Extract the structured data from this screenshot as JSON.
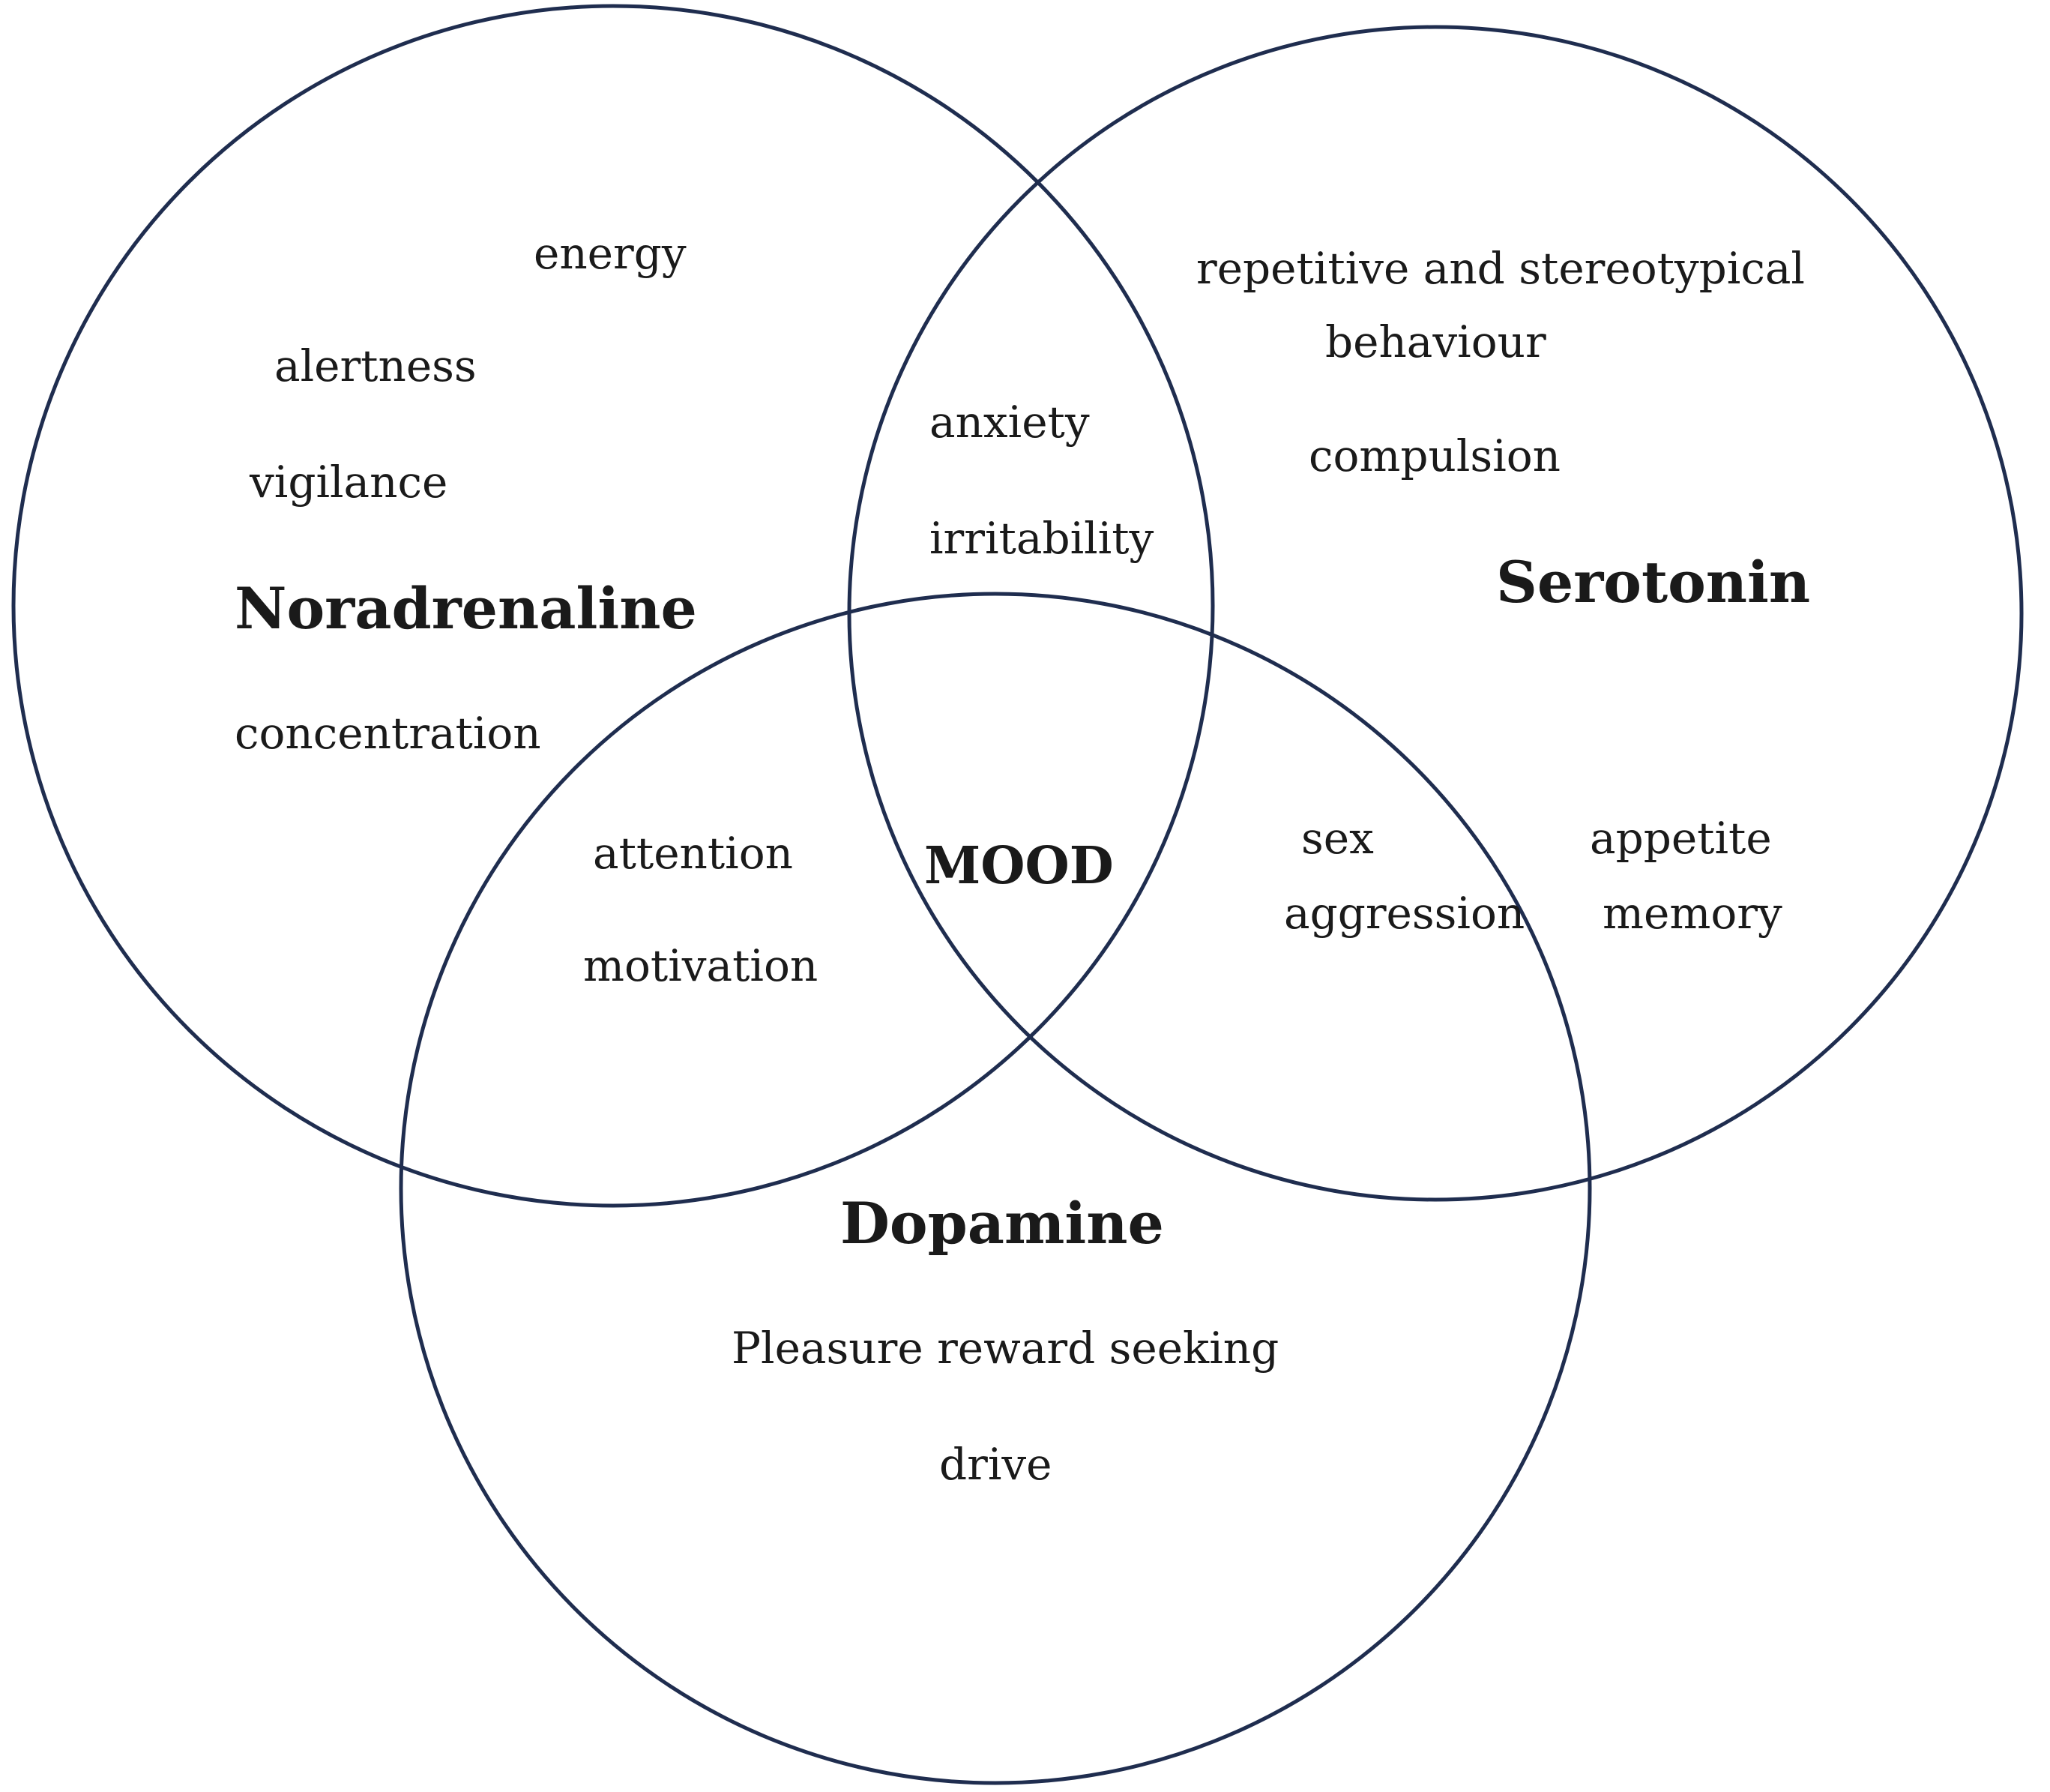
{
  "colors": {
    "circle_stroke": "#1f2d4f",
    "text": "#1a1a1a",
    "background": "#ffffff"
  },
  "sets": {
    "noradrenaline": {
      "title": "Noradrenaline",
      "terms": [
        "energy",
        "alertness",
        "vigilance",
        "concentration"
      ]
    },
    "serotonin": {
      "title": "Serotonin",
      "terms": [
        "repetitive and stereotypical",
        "behaviour",
        "compulsion",
        "appetite",
        "memory"
      ]
    },
    "dopamine": {
      "title": "Dopamine",
      "terms": [
        "Pleasure reward seeking",
        "drive"
      ]
    }
  },
  "overlaps": {
    "noradrenaline_serotonin": [
      "anxiety",
      "irritability"
    ],
    "noradrenaline_dopamine": [
      "attention",
      "motivation"
    ],
    "serotonin_dopamine": [
      "sex",
      "aggression"
    ],
    "all_three": "MOOD"
  }
}
